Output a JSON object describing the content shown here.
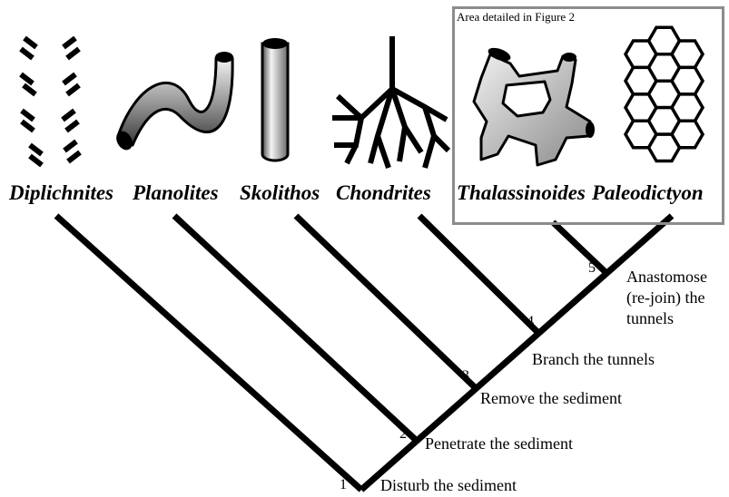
{
  "box_caption": "Area detailed in Figure 2",
  "taxa": [
    "Diplichnites",
    "Planolites",
    "Skolithos",
    "Chondrites",
    "Thalassinoides",
    "Paleodictyon"
  ],
  "nodes": [
    {
      "number": "1",
      "label": "Disturb the sediment"
    },
    {
      "number": "2",
      "label": "Penetrate the sediment"
    },
    {
      "number": "3",
      "label": "Remove the sediment"
    },
    {
      "number": "4",
      "label": "Branch the tunnels"
    },
    {
      "number": "5",
      "label_lines": [
        "Anastomose",
        "(re-join) the",
        "tunnels"
      ]
    }
  ],
  "icons": [
    "diplichnites-trace-icon",
    "planolites-burrow-icon",
    "skolithos-tube-icon",
    "chondrites-branching-icon",
    "thalassinoides-network-icon",
    "paleodictyon-hexagon-icon"
  ]
}
